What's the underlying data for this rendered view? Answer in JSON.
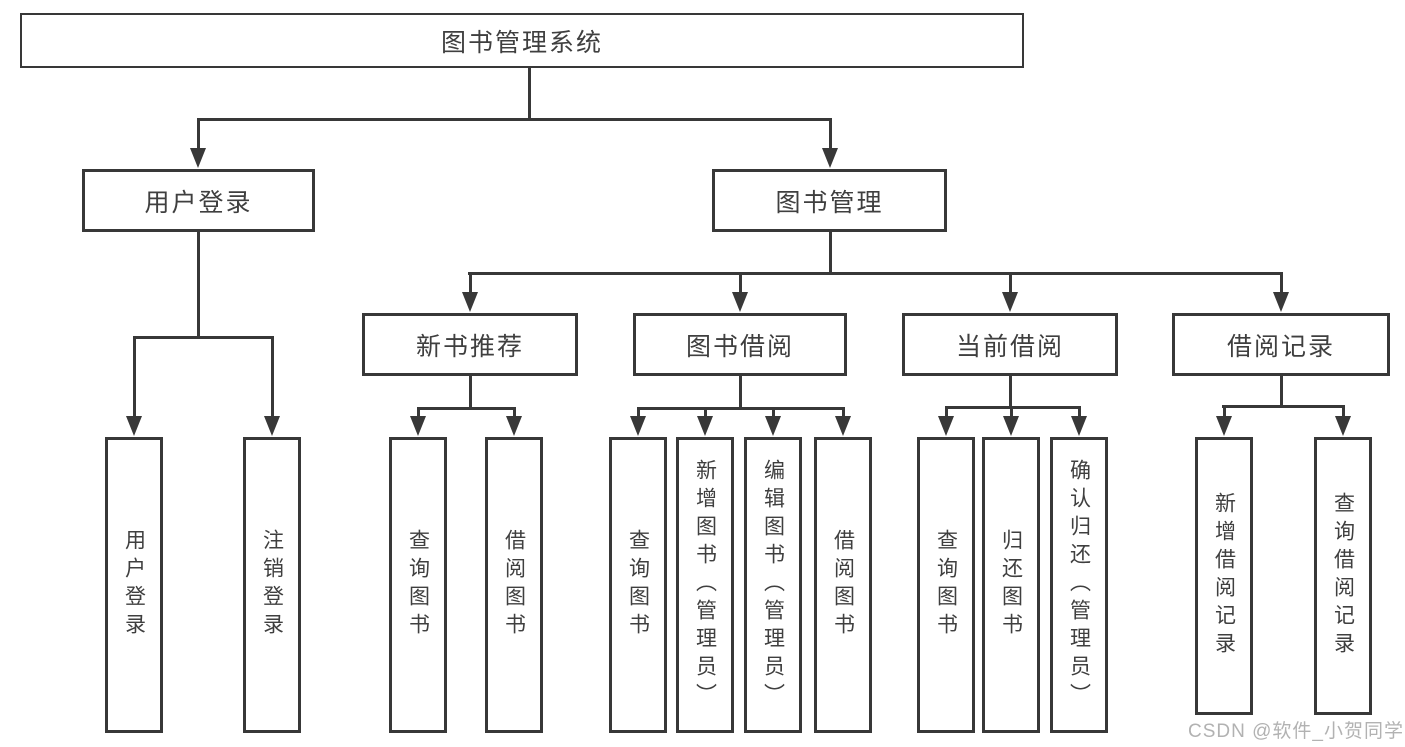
{
  "diagram": {
    "title": "图书管理系统",
    "branches": [
      {
        "label": "用户登录",
        "children": [
          {
            "label": "用户登录"
          },
          {
            "label": "注销登录"
          }
        ]
      },
      {
        "label": "图书管理",
        "children": [
          {
            "label": "新书推荐",
            "children": [
              {
                "label": "查询图书"
              },
              {
                "label": "借阅图书"
              }
            ]
          },
          {
            "label": "图书借阅",
            "children": [
              {
                "label": "查询图书"
              },
              {
                "label": "新增图书（管理员）"
              },
              {
                "label": "编辑图书（管理员）"
              },
              {
                "label": "借阅图书"
              }
            ]
          },
          {
            "label": "当前借阅",
            "children": [
              {
                "label": "查询图书"
              },
              {
                "label": "归还图书"
              },
              {
                "label": "确认归还（管理员）"
              }
            ]
          },
          {
            "label": "借阅记录",
            "children": [
              {
                "label": "新增借阅记录"
              },
              {
                "label": "查询借阅记录"
              }
            ]
          }
        ]
      }
    ]
  },
  "watermark": "CSDN @软件_小贺同学",
  "colors": {
    "line": "#383838",
    "box_border": "#383838",
    "text": "#3f3f3f",
    "watermark": "#b2b2b2",
    "background": "#ffffff"
  }
}
